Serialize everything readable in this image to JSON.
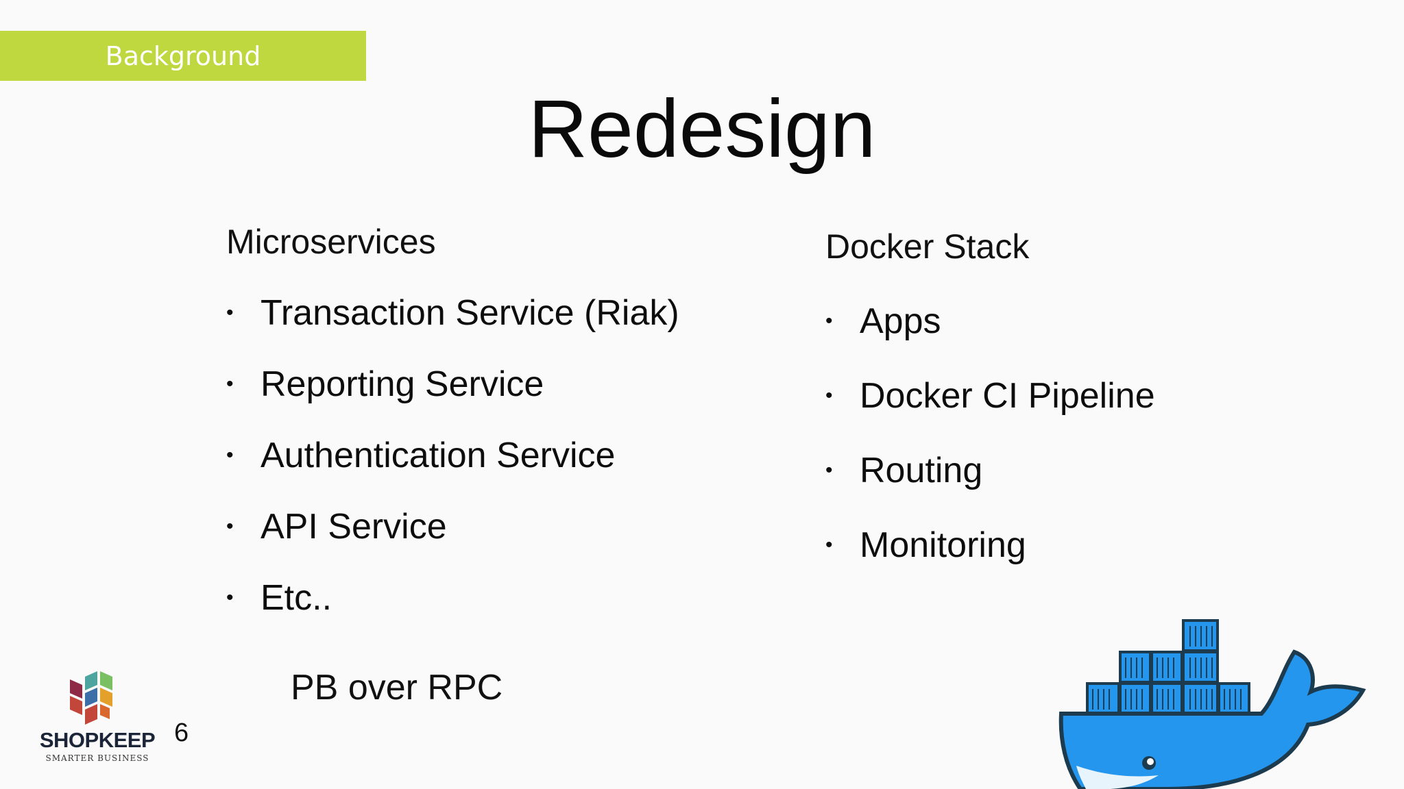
{
  "section_tab": "Background",
  "title": "Redesign",
  "left_column": {
    "heading": "Microservices",
    "items": [
      "Transaction Service (Riak)",
      "Reporting Service",
      "Authentication Service",
      "API Service",
      "Etc.."
    ],
    "footnote": "PB over RPC"
  },
  "right_column": {
    "heading": "Docker Stack",
    "items": [
      "Apps",
      "Docker CI Pipeline",
      "Routing",
      "Monitoring"
    ]
  },
  "bullet_glyph": "•",
  "page_number": "6",
  "logo": {
    "name": "SHOPKEEP",
    "tagline": "SMARTER BUSINESS",
    "colors": [
      "#8e2a45",
      "#4ea5a0",
      "#3c6ea8",
      "#e3a12c",
      "#c2473a",
      "#7bbf63"
    ]
  },
  "accent_color": "#bfd83f",
  "whale_color": "#2496ed"
}
